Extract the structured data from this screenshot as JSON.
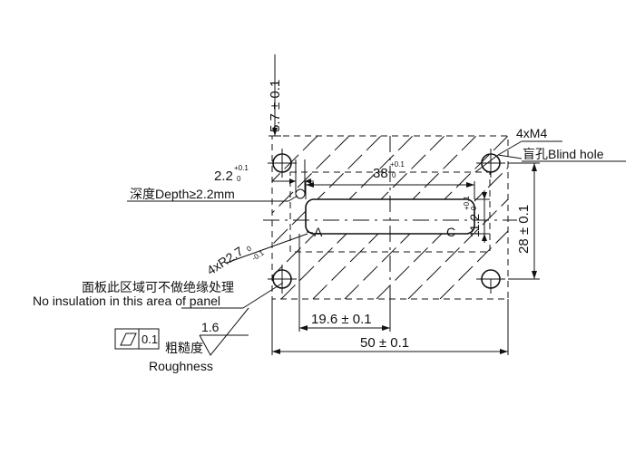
{
  "labels": {
    "depth_cn_en": "深度Depth≥2.2mm",
    "dim_2_2": "2.2",
    "dim_2_2_tol_up": "+0.1",
    "dim_2_2_tol_low": "0",
    "dim_38": "38",
    "dim_38_tol_up": "+0.1",
    "dim_38_tol_low": "0",
    "thread": "4xM4",
    "blind_hole": "盲孔Blind hole",
    "dim_5_7": "5.7 ± 0.1",
    "dim_28": "28 ± 0.1",
    "dim_11_2": "11.2",
    "dim_11_2_tol_up": "+0.1",
    "dim_11_2_tol_low": "0",
    "corner_a": "A",
    "corner_c": "C",
    "radius": "4xR2.7",
    "radius_tol_up": "0",
    "radius_tol_low": "-0.1",
    "no_insulation_cn": "面板此区域可不做绝缘处理",
    "no_insulation_en": "No insulation in this area of panel",
    "dim_19_6": "19.6 ± 0.1",
    "dim_50": "50 ± 0.1",
    "flatness_value": "0.1",
    "roughness_value": "1.6",
    "roughness_cn": "粗糙度",
    "roughness_en": "Roughness"
  }
}
